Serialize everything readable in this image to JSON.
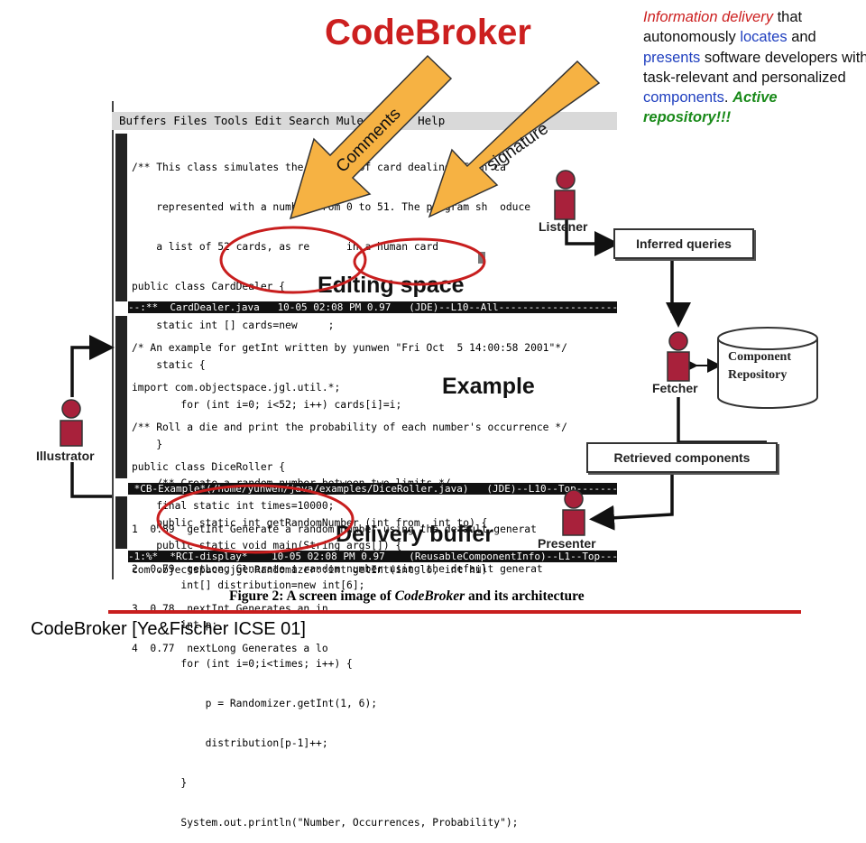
{
  "title": "CodeBroker",
  "info": {
    "p1": "Information delivery",
    "p2": " that autonomously ",
    "p3": "locates",
    "p4": " and ",
    "p5": "presents",
    "p6": " software developers with task-relevant and personalized ",
    "p7": "components",
    "p8": ".   ",
    "p9": "Active repository!!!"
  },
  "colors": {
    "title": "#cc1f1f",
    "info_italic": "#cc1f1f",
    "info_blue": "#1f3fbf",
    "info_green": "#1a8a1a",
    "arrow_fill": "#f6b243",
    "ellipse": "#c81e1e",
    "person": "#a8213b"
  },
  "emacs": {
    "menubar": "Buffers Files Tools Edit Search Mule        Help",
    "editing_lines": [
      "/** This class simulates the process of card dealing. Each ca",
      "    represented with a number from 0 to 51. The program sh  oduce",
      "    a list of 52 cards, as re      in a human card       ",
      "public class CardDealer {",
      "    static int [] cards=new     ;",
      "    static {",
      "        for (int i=0; i<52; i++) cards[i]=i;",
      "    }",
      "    /** Create a random number between two limits */",
      "    public static int getRandomNumber (int from, int to) {"
    ],
    "modeline1": "--:**  CardDealer.java   10-05 02:08 PM 0.97   (JDE)--L10--All-----------------------",
    "example_lines": [
      "/* An example for getInt written by yunwen \"Fri Oct  5 14:00:58 2001\"*/",
      "import com.objectspace.jgl.util.*;",
      "/** Roll a die and print the probability of each number's occurrence */",
      "public class DiceRoller {",
      "    final static int times=10000;",
      "    public static void main(String args[]) {",
      "        int[] distribution=new int[6];",
      "        int p;",
      "        for (int i=0;i<times; i++) {",
      "            p = Randomizer.getInt(1, 6);",
      "            distribution[p-1]++;",
      "        }",
      "        System.out.println(\"Number, Occurrences, Probability\");"
    ],
    "modeline2": " *CB-Example*(/home/yunwen/java/examples/DiceRoller.java)   (JDE)--L10--Top--------",
    "delivery_lines": [
      "1  0.89  getInt Generate a random number using the default generat",
      "2  0.79  getLong Generate a random number using the default generat",
      "3  0.78  nextInt Generates an in",
      "4  0.77  nextLong Generates a lo"
    ],
    "modeline3": "-1:%*  *RCI-display*    10-05 02:08 PM 0.97    (ReusableComponentInfo)--L1--Top-----",
    "minibuffer": "com.objectspace.jgl.Randomizer::int getInt(int lo, int hi)"
  },
  "labels": {
    "editing_space": "Editing space",
    "example": "Example",
    "delivery_buffer": "Delivery buffer",
    "comments": "Comments",
    "signature": "signature"
  },
  "architecture": {
    "listener": "Listener",
    "fetcher": "Fetcher",
    "illustrator": "Illustrator",
    "presenter": "Presenter",
    "inferred_queries": "Inferred queries",
    "retrieved_components": "Retrieved components",
    "repository_line1": "Component",
    "repository_line2": "Repository"
  },
  "caption": {
    "prefix": "Figure 2: A screen image of ",
    "name": "CodeBroker",
    "suffix": " and its architecture"
  },
  "footer": "CodeBroker [Ye&Fischer ICSE 01]"
}
